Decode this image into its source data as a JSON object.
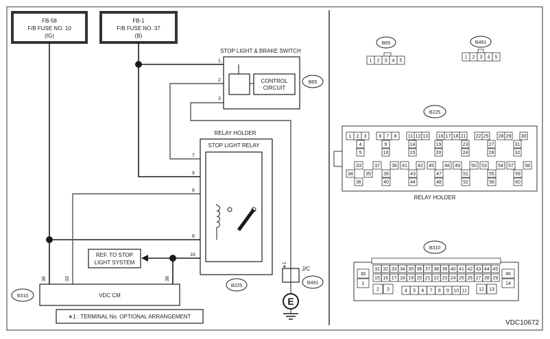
{
  "fuses": [
    {
      "line1": "FB-58",
      "line2": "F/B FUSE NO. 10",
      "line3": "(IG)"
    },
    {
      "line1": "FB-1",
      "line2": "F/B FUSE NO. 37",
      "line3": "(B)"
    }
  ],
  "switch": {
    "title": "STOP LIGHT & BRAKE SWITCH",
    "circuit_line1": "CONTROL",
    "circuit_line2": "CIRCUIT",
    "connector": "B65",
    "pins": [
      "1",
      "2",
      "3"
    ]
  },
  "relay_holder": {
    "title": "RELAY HOLDER",
    "relay_title": "STOP LIGHT RELAY",
    "connector": "B225",
    "pins": [
      "7",
      "9",
      "6",
      "8",
      "10"
    ]
  },
  "ref_box": {
    "line1": "REF. TO STOP",
    "line2": "LIGHT SYSTEM"
  },
  "vdc": {
    "label": "VDC CM",
    "connector": "B310",
    "pins": [
      "36",
      "33",
      "38"
    ]
  },
  "ground": {
    "jc": "J/C",
    "connector": "B491",
    "symbol": "E",
    "mark": "∗1"
  },
  "note": "∗1 : TERMINAL No. OPTIONAL ARRANGEMENT",
  "connectors": {
    "b65": {
      "name": "B65",
      "pins": [
        "1",
        "2",
        "3",
        "4",
        "5"
      ]
    },
    "b491": {
      "name": "B491",
      "pins": [
        "1",
        "2",
        "3",
        "4",
        "5"
      ]
    },
    "b225": {
      "name": "B225",
      "caption": "RELAY HOLDER",
      "row1": [
        "1",
        "2",
        "3",
        "",
        "6",
        "7",
        "8",
        "",
        "11",
        "12",
        "13",
        "",
        "16",
        "17",
        "18",
        "21",
        "",
        "22",
        "25",
        "",
        "28",
        "29",
        "",
        "30"
      ],
      "row1b": [
        "4",
        "9",
        "14",
        "19",
        "23",
        "27",
        "31"
      ],
      "row1c": [
        "5",
        "10",
        "15",
        "20",
        "24",
        "28",
        "32"
      ],
      "row2": [
        "33",
        "37",
        "38",
        "41",
        "42",
        "45",
        "48",
        "49",
        "50",
        "53",
        "54",
        "57",
        "58"
      ],
      "row2b": [
        "34",
        "35",
        "39",
        "43",
        "47",
        "51",
        "55",
        "59"
      ],
      "row2c": [
        "36",
        "40",
        "44",
        "48",
        "52",
        "56",
        "60"
      ]
    },
    "b310": {
      "name": "B310",
      "row1": [
        "31",
        "32",
        "33",
        "34",
        "35",
        "36",
        "37",
        "38",
        "39",
        "40",
        "41",
        "42",
        "43",
        "44",
        "45"
      ],
      "row2": [
        "15",
        "16",
        "17",
        "18",
        "19",
        "20",
        "21",
        "22",
        "23",
        "24",
        "25",
        "26",
        "27",
        "28",
        "29"
      ],
      "row3": [
        "2",
        "3",
        "4",
        "5",
        "6",
        "7",
        "8",
        "9",
        "10",
        "11",
        "12",
        "13"
      ],
      "left": [
        "30",
        "1"
      ],
      "right": [
        "46",
        "14"
      ]
    }
  },
  "diagram_id": "VDC10672"
}
